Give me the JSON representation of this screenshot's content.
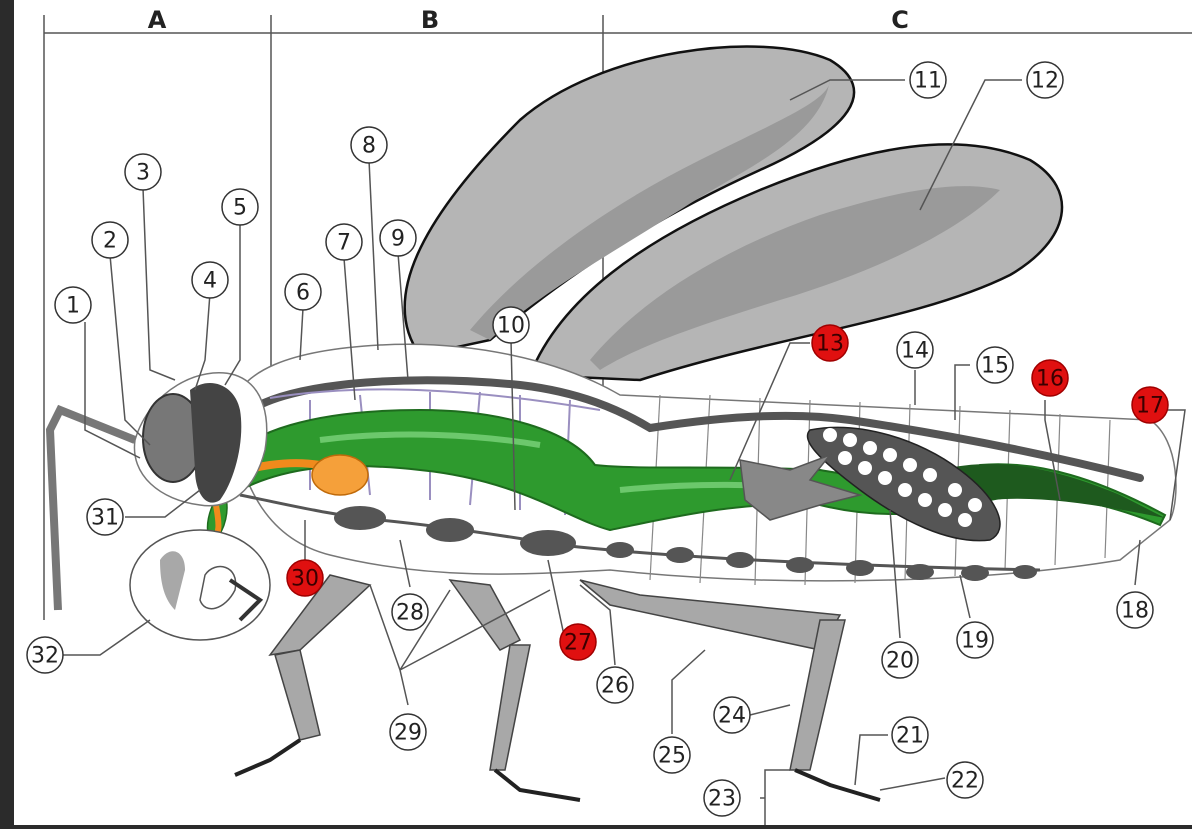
{
  "sections": [
    {
      "id": "A",
      "label": "A"
    },
    {
      "id": "B",
      "label": "B"
    },
    {
      "id": "C",
      "label": "C"
    }
  ],
  "labels": [
    {
      "text": "1",
      "highlight": false
    },
    {
      "text": "2",
      "highlight": false
    },
    {
      "text": "3",
      "highlight": false
    },
    {
      "text": "4",
      "highlight": false
    },
    {
      "text": "5",
      "highlight": false
    },
    {
      "text": "6",
      "highlight": false
    },
    {
      "text": "7",
      "highlight": false
    },
    {
      "text": "8",
      "highlight": false
    },
    {
      "text": "9",
      "highlight": false
    },
    {
      "text": "10",
      "highlight": false
    },
    {
      "text": "11",
      "highlight": false
    },
    {
      "text": "12",
      "highlight": false
    },
    {
      "text": "13",
      "highlight": true
    },
    {
      "text": "14",
      "highlight": false
    },
    {
      "text": "15",
      "highlight": false
    },
    {
      "text": "16",
      "highlight": true
    },
    {
      "text": "17",
      "highlight": true
    },
    {
      "text": "18",
      "highlight": false
    },
    {
      "text": "19",
      "highlight": false
    },
    {
      "text": "20",
      "highlight": false
    },
    {
      "text": "21",
      "highlight": false
    },
    {
      "text": "22",
      "highlight": false
    },
    {
      "text": "23",
      "highlight": false
    },
    {
      "text": "24",
      "highlight": false
    },
    {
      "text": "25",
      "highlight": false
    },
    {
      "text": "26",
      "highlight": false
    },
    {
      "text": "27",
      "highlight": true
    },
    {
      "text": "28",
      "highlight": false
    },
    {
      "text": "29",
      "highlight": false
    },
    {
      "text": "30",
      "highlight": true
    },
    {
      "text": "31",
      "highlight": false
    },
    {
      "text": "32",
      "highlight": false
    }
  ],
  "colors": {
    "background": "#ffffff",
    "frame": "#2b2b2b",
    "wing": "#b5b5b5",
    "wing_shade": "#9a9a9a",
    "gut": "#2e9a2e",
    "gut_dark": "#1e6b1e",
    "salivary": "#f08a1c",
    "nerve": "#555555",
    "heart": "#555555",
    "leg": "#a8a8a8",
    "highlight": "#e01010",
    "tracheole": "#9a8fc0"
  }
}
